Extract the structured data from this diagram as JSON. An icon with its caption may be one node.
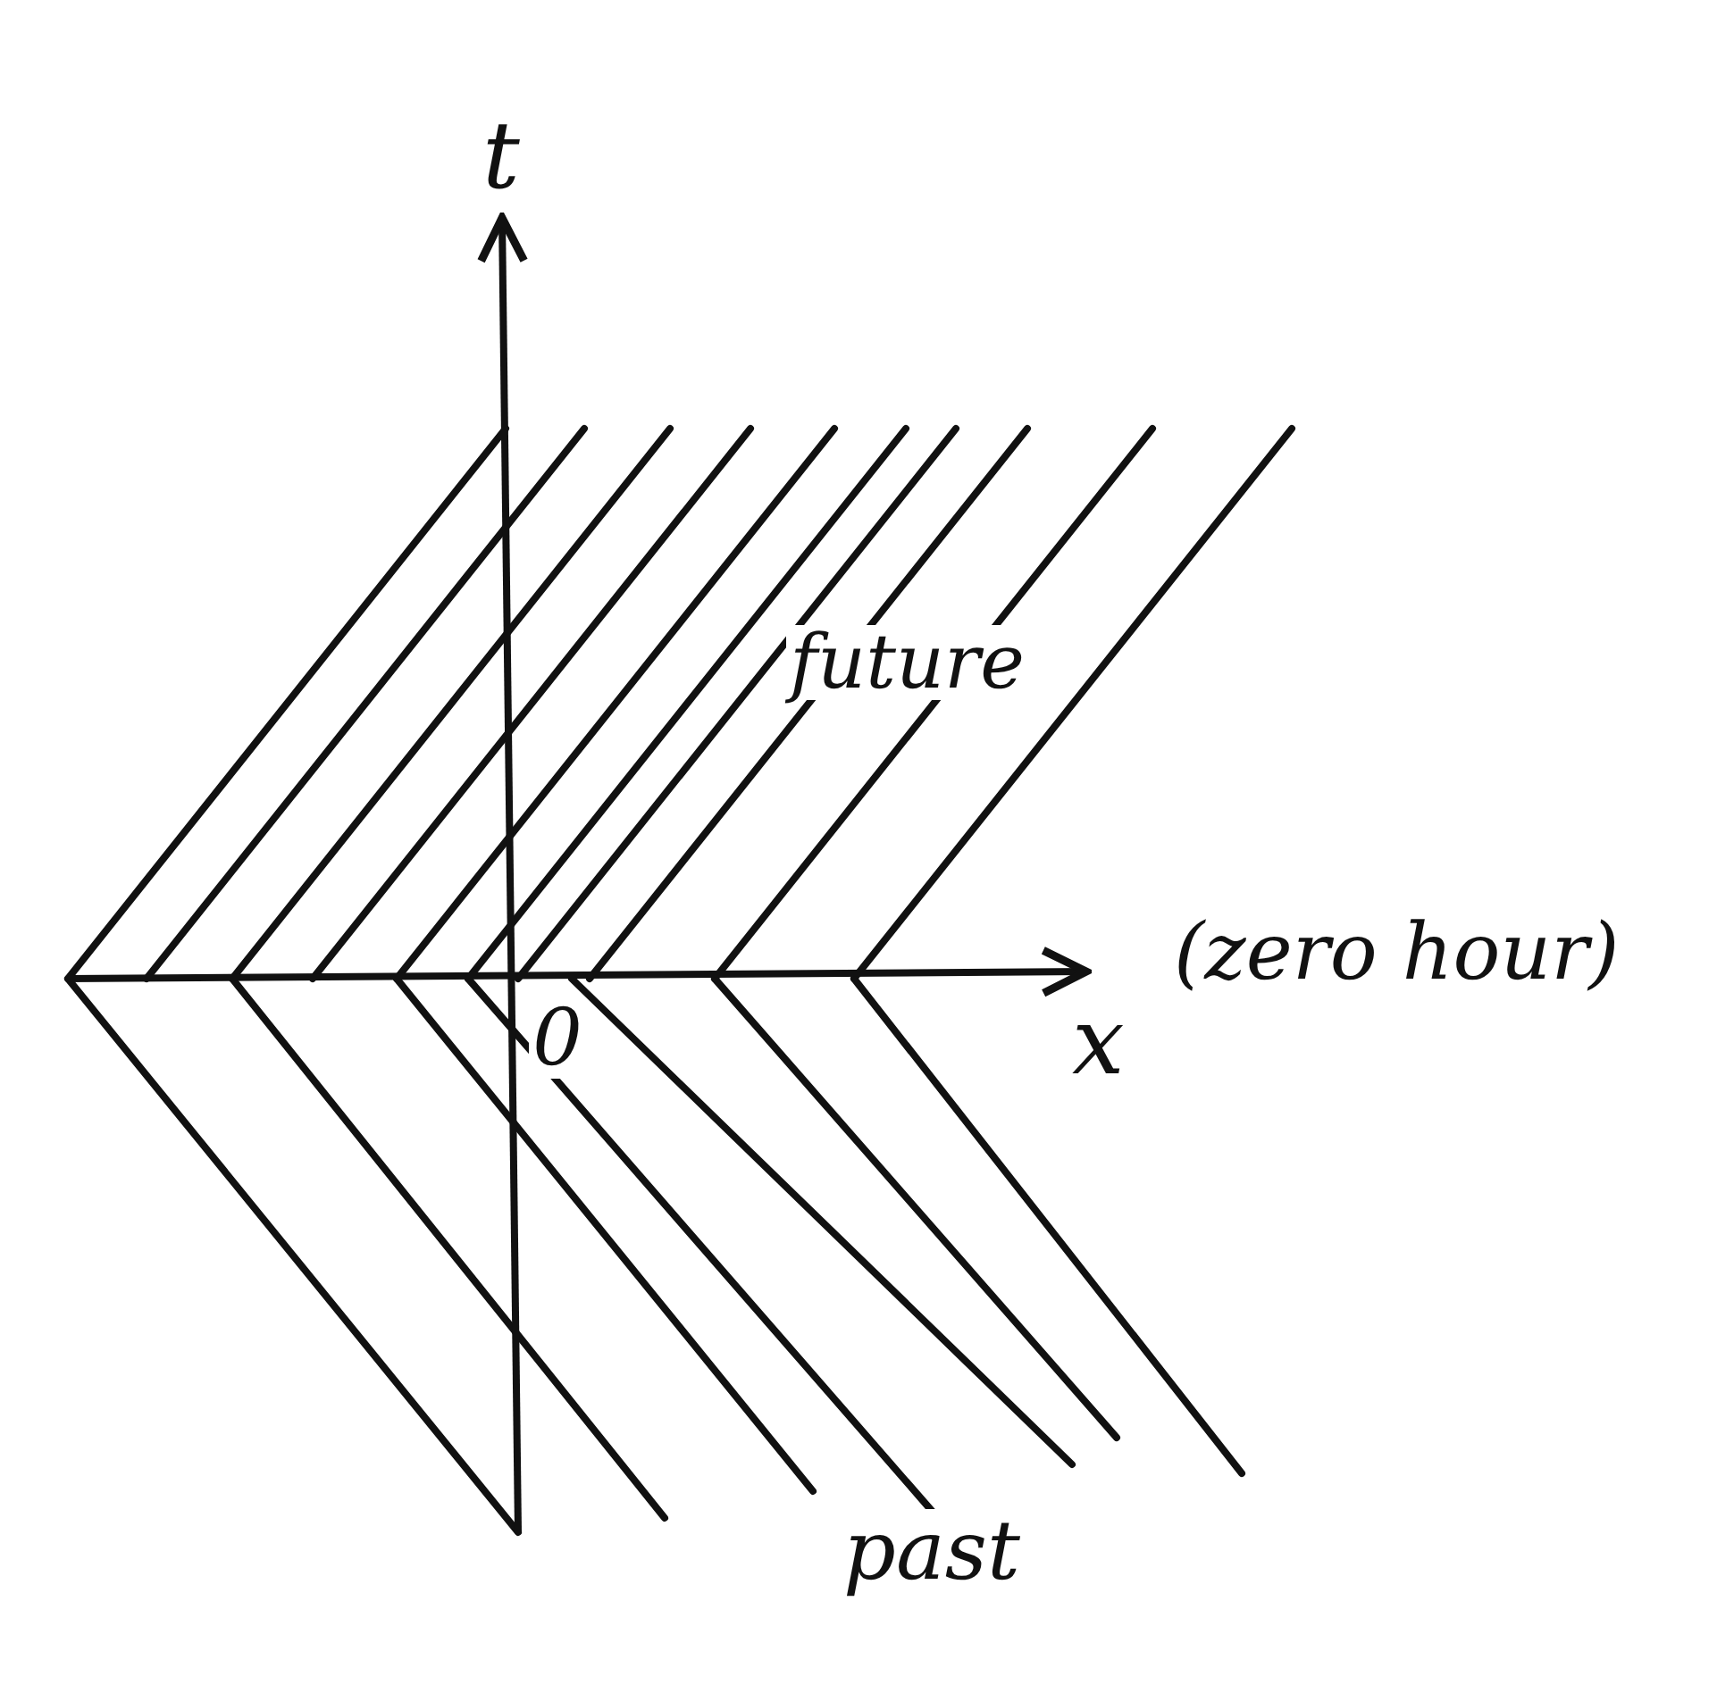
{
  "diagram": {
    "labels": [
      "t",
      "future",
      "x",
      "(zero hour)",
      "0",
      "past"
    ]
  }
}
